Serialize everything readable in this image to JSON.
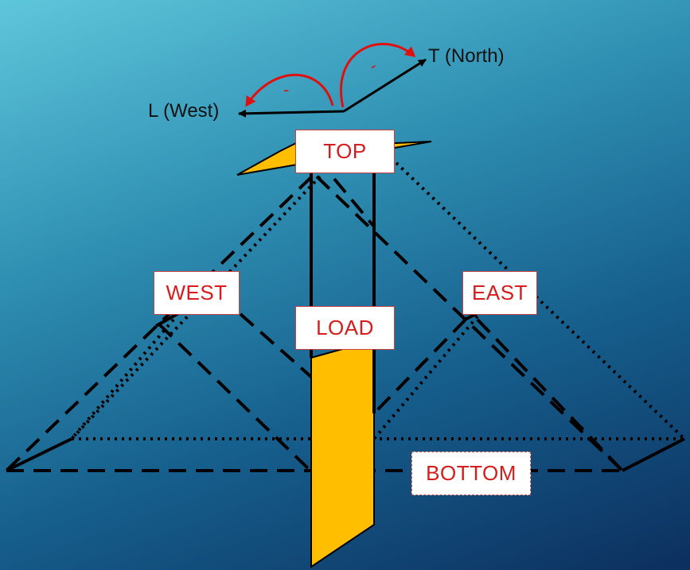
{
  "axes": {
    "north_label": "T (North)",
    "west_label": "L (West)",
    "rotation_signs": [
      "-",
      "-"
    ]
  },
  "labels": {
    "top": "TOP",
    "west": "WEST",
    "east": "EAST",
    "load": "LOAD",
    "bottom": "BOTTOM"
  },
  "colors": {
    "plate_fill": "#ffbf00",
    "label_text": "#d61c1c",
    "rotation_arrow": "#e01010",
    "line": "#000000",
    "background_top": "#5ec6db",
    "background_bottom": "#0c2f5e"
  }
}
